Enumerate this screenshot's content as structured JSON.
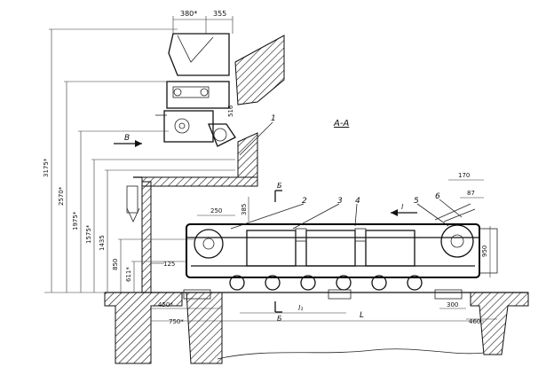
{
  "section_title": "А-А",
  "top_dims": [
    "380*",
    "355"
  ],
  "vertical_dims": [
    "3175*",
    "2570*",
    "1975*",
    "1575*",
    "1435",
    "850",
    "611*"
  ],
  "dims_misc": [
    "516",
    "385",
    "250",
    "125",
    "450*",
    "750*",
    "300",
    "460",
    "950",
    "170",
    "87"
  ],
  "length_labels": [
    "L",
    "l₁"
  ],
  "part_numbers": [
    "1",
    "2",
    "3",
    "4",
    "5",
    "6"
  ],
  "view_labels": [
    "В",
    "Б",
    "Б"
  ],
  "flow_label": "l"
}
